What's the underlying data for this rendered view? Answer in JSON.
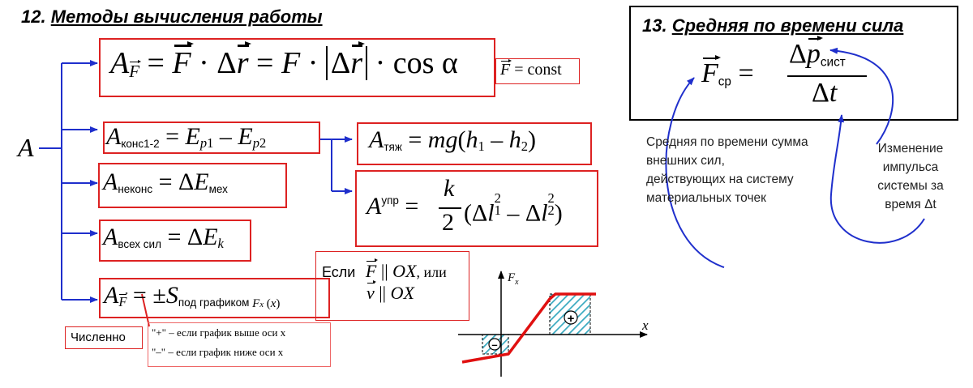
{
  "left_title": {
    "num": "12.",
    "text": "Методы вычисления работы"
  },
  "right_title": {
    "num": "13.",
    "text": "Средняя по времени сила"
  },
  "root_label": "A",
  "formulas": {
    "f1_const": "= const",
    "f2_sub": "конс1-2",
    "f3_sub": "тяж",
    "f4_sub": "неконс",
    "f4_rhs_sub": "мех",
    "f5_sup": "упр",
    "f6_sub": "всех сил",
    "f7_rhs": "под графиком",
    "f9_sub_cp": "ср",
    "f9_sub_sist": "сист"
  },
  "condition": {
    "if": "Если",
    "or": ", или"
  },
  "numerically": "Численно",
  "sign_notes": {
    "plus_sign": "\"+\"",
    "plus_text": "– если график выше оси x",
    "minus_sign": "\"–\"",
    "minus_text": "– если график ниже оси x"
  },
  "note_left": [
    "Средняя по времени сумма",
    "внешних сил,",
    "действующих на систему",
    "материальных точек"
  ],
  "note_right": [
    "Изменение",
    "импульса",
    "системы за",
    "время Δt"
  ],
  "graph": {
    "y_label": "F",
    "y_sub": "x",
    "x_label": "x",
    "plus": "+",
    "minus": "–"
  },
  "colors": {
    "box_border": "#dd2222",
    "arrow": "#1f2fcc",
    "graph_line": "#e01010",
    "hatch": "#3aaac0"
  }
}
